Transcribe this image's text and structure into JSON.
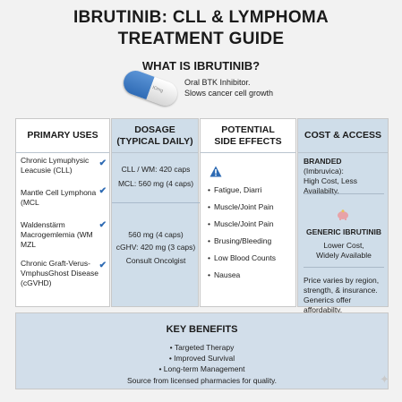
{
  "header": {
    "title_line1": "IBRUTINIB: CLL & LYMPHOMA",
    "title_line2": "TREATMENT GUIDE"
  },
  "what_is": {
    "title": "WHAT IS IBRUTINIB?",
    "pill_imprint": "IOmg",
    "line1": "Oral BTK Inhibitor.",
    "line2": "Slows cancer cell growth"
  },
  "primary_uses": {
    "heading": "PRIMARY USES",
    "items": [
      {
        "lines": [
          "Chronic Lymuphysic",
          "Leacusie (CLL)"
        ]
      },
      {
        "lines": [
          "Mantle Cell Lymphona",
          "(MCL"
        ]
      },
      {
        "lines": [
          "Waldenstärm",
          "Macrogemlemia (WM",
          "MZL"
        ]
      },
      {
        "lines": [
          "Chronic Graft-Verus-",
          "VmphusGhost Disease",
          "(cGVHD)"
        ]
      }
    ],
    "check_icon": "✔"
  },
  "dosage": {
    "heading_line1": "DOSAGE",
    "heading_line2": "(TYPICAL DAILY)",
    "top_line1": "CLL / WM: 420 caps",
    "top_line2": "MCL: 560 mg (4 caps)",
    "bottom_line1": "560 mg (4 caps)",
    "bottom_line2": "cGHV: 420 mg (3 caps)",
    "bottom_line3": "Consult Oncolgist"
  },
  "side_effects": {
    "heading_line1": "POTENTIAL",
    "heading_line2": "SIDE EFFECTS",
    "warning_icon": "warning-triangle-icon",
    "items": [
      "Fatigue, Diarri",
      "Muscle/Joint Pain",
      "Muscle/Joint Pain",
      "Brusing/Bleeding",
      "Low Blood Counts",
      "Nausea"
    ]
  },
  "cost": {
    "heading": "COST & ACCESS",
    "branded_title": "BRANDED",
    "branded_sub": "(Imbruvica):",
    "branded_desc": "High Cost, Less Availabilty.",
    "generic_title": "GENERIC IBRUTINIB",
    "generic_line1": "Lower Cost,",
    "generic_line2": "Widely Available",
    "note_line1": "Price varies by region,",
    "note_line2": "strength, & insurance.",
    "note_line3": "Generics offer affordabilty."
  },
  "benefits": {
    "title": "KEY BENEFITS",
    "items": [
      "• Targeted Therapy",
      "• Improved Survival",
      "• Long-term Management"
    ],
    "source": "Source from licensed pharmacies for quality."
  },
  "colors": {
    "accent_blue": "#2d6ab3",
    "panel_blue": "#cfdde9",
    "warning_blue": "#2d6ab3",
    "piggy_pink": "#e8a3a8"
  }
}
